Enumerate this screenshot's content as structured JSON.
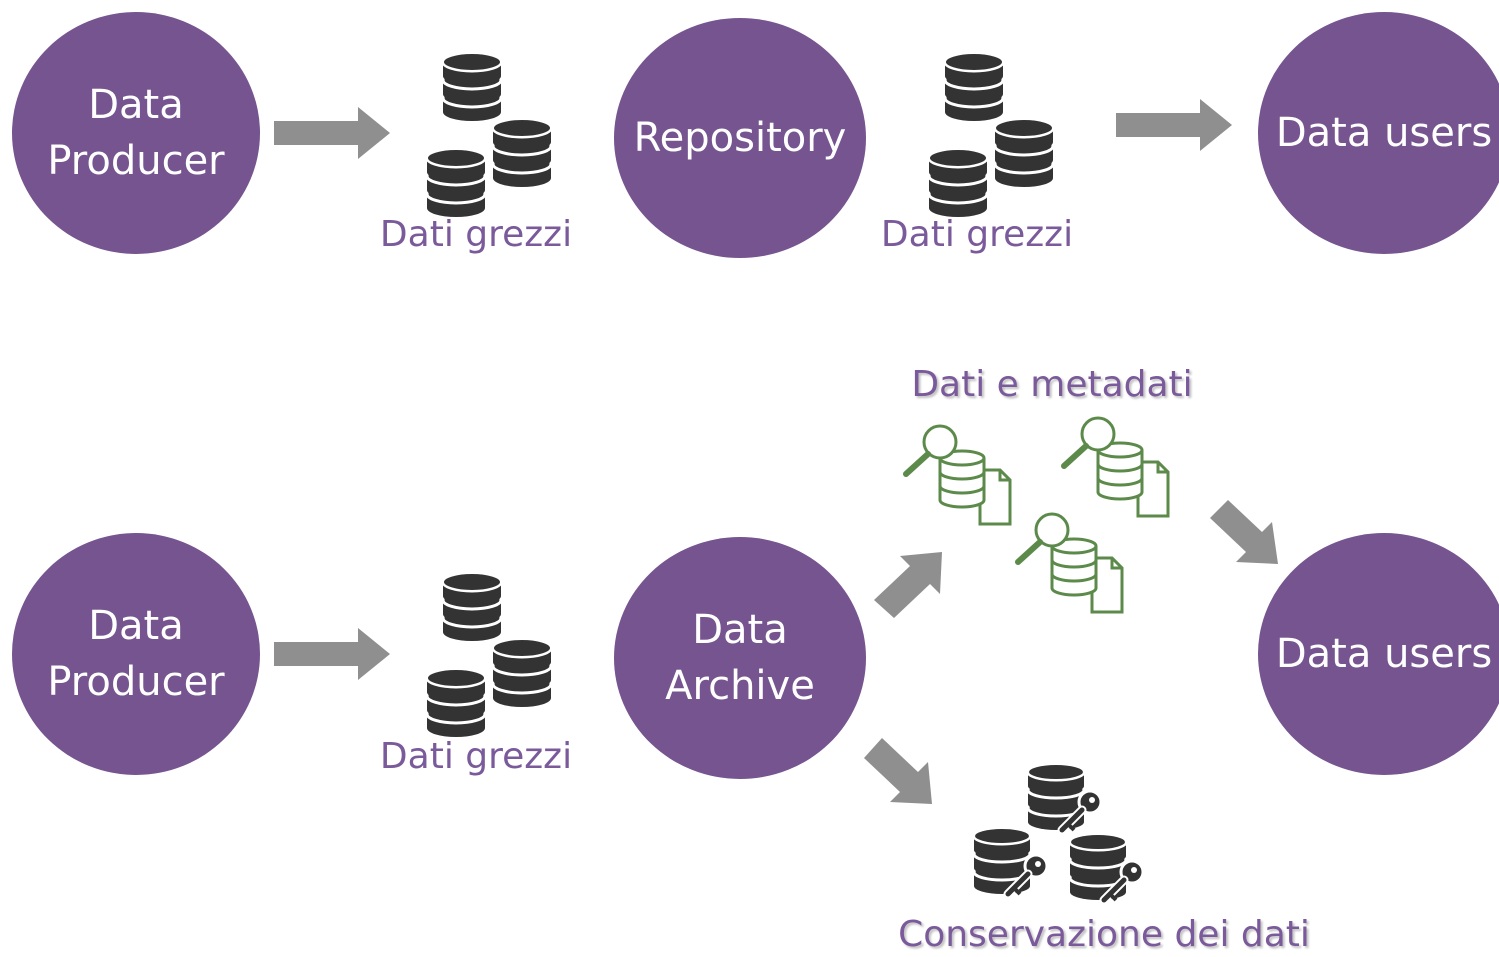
{
  "colors": {
    "node_fill": "#76548f",
    "caption_text": "#7a5a9a",
    "arrow": "#8f8f8f",
    "database": "#333333",
    "metadata_icon": "#5c8a4a"
  },
  "top_flow": {
    "producer": "Data\nProducer",
    "raw_data_caption": "Dati grezzi",
    "repository": "Repository",
    "raw_data_caption_2": "Dati grezzi",
    "users": "Data users"
  },
  "bottom_flow": {
    "producer": "Data\nProducer",
    "raw_data_caption": "Dati grezzi",
    "archive": "Data\nArchive",
    "metadata_caption": "Dati e metadati",
    "users": "Data users",
    "preservation_caption": "Conservazione dei dati"
  },
  "icons": {
    "raw_data": "database-stack-icon",
    "metadata": "database-search-document-icon",
    "preservation": "database-key-icon",
    "arrow": "block-arrow-icon"
  }
}
